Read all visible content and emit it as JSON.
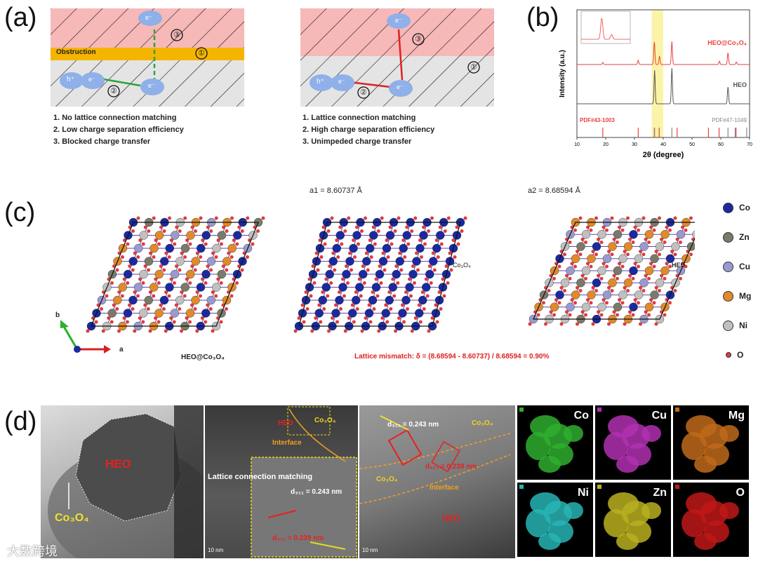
{
  "panel_labels": {
    "a": "(a)",
    "b": "(b)",
    "c": "(c)",
    "d": "(d)"
  },
  "panel_a": {
    "left": {
      "obstruction": "Obstruction",
      "e_top": "e⁻",
      "h": "h⁺",
      "e1": "e⁻",
      "e2": "e⁻",
      "n1": "①",
      "n2": "②",
      "n3": "③",
      "notes": [
        "1. No lattice connection matching",
        "2. Low charge separation efficiency",
        "3. Blocked charge transfer"
      ]
    },
    "right": {
      "e_top": "e⁻",
      "h": "h⁺",
      "e1": "e⁻",
      "e2": "e⁻",
      "n1": "①",
      "n2": "②",
      "n3": "③",
      "notes": [
        "1. Lattice connection matching",
        "2. High charge separation efficiency",
        "3. Unimpeded charge transfer"
      ]
    }
  },
  "chart_data": {
    "type": "line",
    "xlabel": "2θ (degree)",
    "ylabel": "Intensity (a.u.)",
    "xlim": [
      10,
      70
    ],
    "xticks": [
      10,
      20,
      30,
      40,
      50,
      60,
      70
    ],
    "highlight_range": [
      36,
      40
    ],
    "series": [
      {
        "name": "HEO@Co₃O₄",
        "color": "#e8423f",
        "peaks": [
          [
            19,
            0.05
          ],
          [
            31.3,
            0.1
          ],
          [
            36.9,
            0.55
          ],
          [
            38.7,
            0.2
          ],
          [
            43,
            0.55
          ],
          [
            59.5,
            0.08
          ],
          [
            62.5,
            0.28
          ],
          [
            65.4,
            0.06
          ]
        ]
      },
      {
        "name": "HEO",
        "color": "#555555",
        "peaks": [
          [
            37,
            0.8
          ],
          [
            43,
            0.85
          ],
          [
            62.5,
            0.4
          ]
        ]
      }
    ],
    "references": [
      {
        "name": "PDF#43-1003",
        "color": "#e8423f",
        "lines": [
          19,
          31.3,
          36.9,
          38.6,
          44.8,
          55.7,
          59.4,
          65.3
        ]
      },
      {
        "name": "PDF#47-1049",
        "color": "#888888",
        "lines": [
          37,
          43,
          62.5,
          65,
          69
        ]
      }
    ]
  },
  "panel_c": {
    "a1": "a1 = 8.60737 Å",
    "a2": "a2 = 8.68594 Å",
    "structures": [
      "HEO@Co₃O₄",
      "Co₃O₄",
      "HEO"
    ],
    "axis": {
      "a": "a",
      "b": "b"
    },
    "mismatch": "Lattice mismatch: δ = (8.68594 - 8.60737) / 8.68594 = 0.90%",
    "legend": [
      {
        "label": "Co",
        "color": "#1a2a9e"
      },
      {
        "label": "Zn",
        "color": "#7a7a6a"
      },
      {
        "label": "Cu",
        "color": "#9a9ad0"
      },
      {
        "label": "Mg",
        "color": "#e08a2a"
      },
      {
        "label": "Ni",
        "color": "#c0c0c0"
      },
      {
        "label": "O",
        "color": "#e03a3a"
      }
    ]
  },
  "panel_d": {
    "tem1": {
      "heo": "HEO",
      "co3o4": "Co₃O₄"
    },
    "tem2": {
      "heo": "HEO",
      "co3o4": "Co₃O₄",
      "interface": "Interface",
      "lattice": "Lattice connection matching",
      "d1": "d₃₁₁ = 0.243 nm",
      "d2": "d₃₁₁ = 0.239 nm",
      "scale": "10 nm"
    },
    "tem3": {
      "heo": "HEO",
      "co3o4_a": "Co₃O₄",
      "co3o4_b": "Co₃O₄",
      "interface": "Interface",
      "d1": "d₃₁₁ = 0.243 nm",
      "d2": "d₃₁₁ = 0.239 nm",
      "scale": "10 nm"
    },
    "eds": [
      {
        "label": "Co",
        "color": "#2fae2f"
      },
      {
        "label": "Cu",
        "color": "#b030b0"
      },
      {
        "label": "Mg",
        "color": "#c06a1a"
      },
      {
        "label": "Ni",
        "color": "#28b4b4"
      },
      {
        "label": "Zn",
        "color": "#b8b020"
      },
      {
        "label": "O",
        "color": "#c01818"
      }
    ],
    "watermark": "大数跨境"
  }
}
